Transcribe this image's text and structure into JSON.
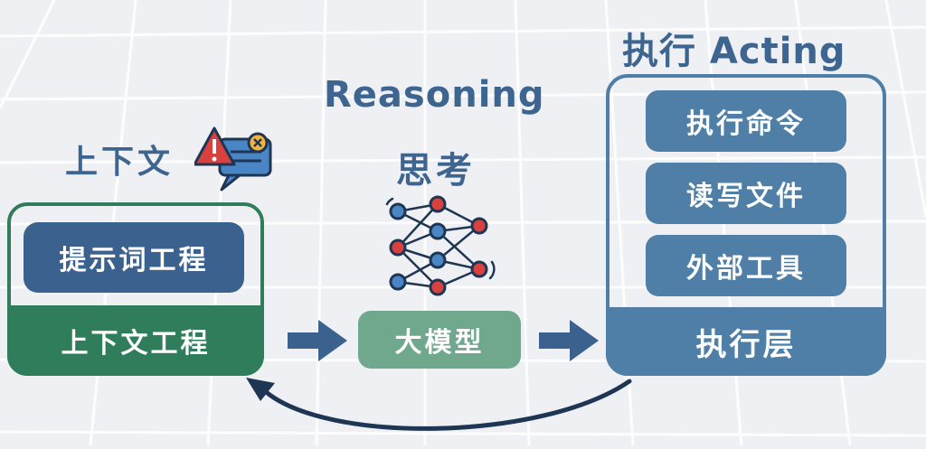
{
  "context": {
    "title": "上下文",
    "prompt_engineering": "提示词工程",
    "context_engineering": "上下文工程"
  },
  "reasoning": {
    "title_en": "Reasoning",
    "title_cn": "思考",
    "model": "大模型"
  },
  "acting": {
    "title": "执行 Acting",
    "items": [
      "执行命令",
      "读写文件",
      "外部工具"
    ],
    "layer": "执行层"
  },
  "colors": {
    "green": "#2f7d5a",
    "green_light": "#6fa88c",
    "blue_dark": "#3b628e",
    "blue_mid": "#4f7fa6",
    "title_blue": "#3d6590",
    "red": "#d9413f"
  },
  "icons": {
    "warning": "warning-chat-icon",
    "network": "neural-network-icon"
  }
}
